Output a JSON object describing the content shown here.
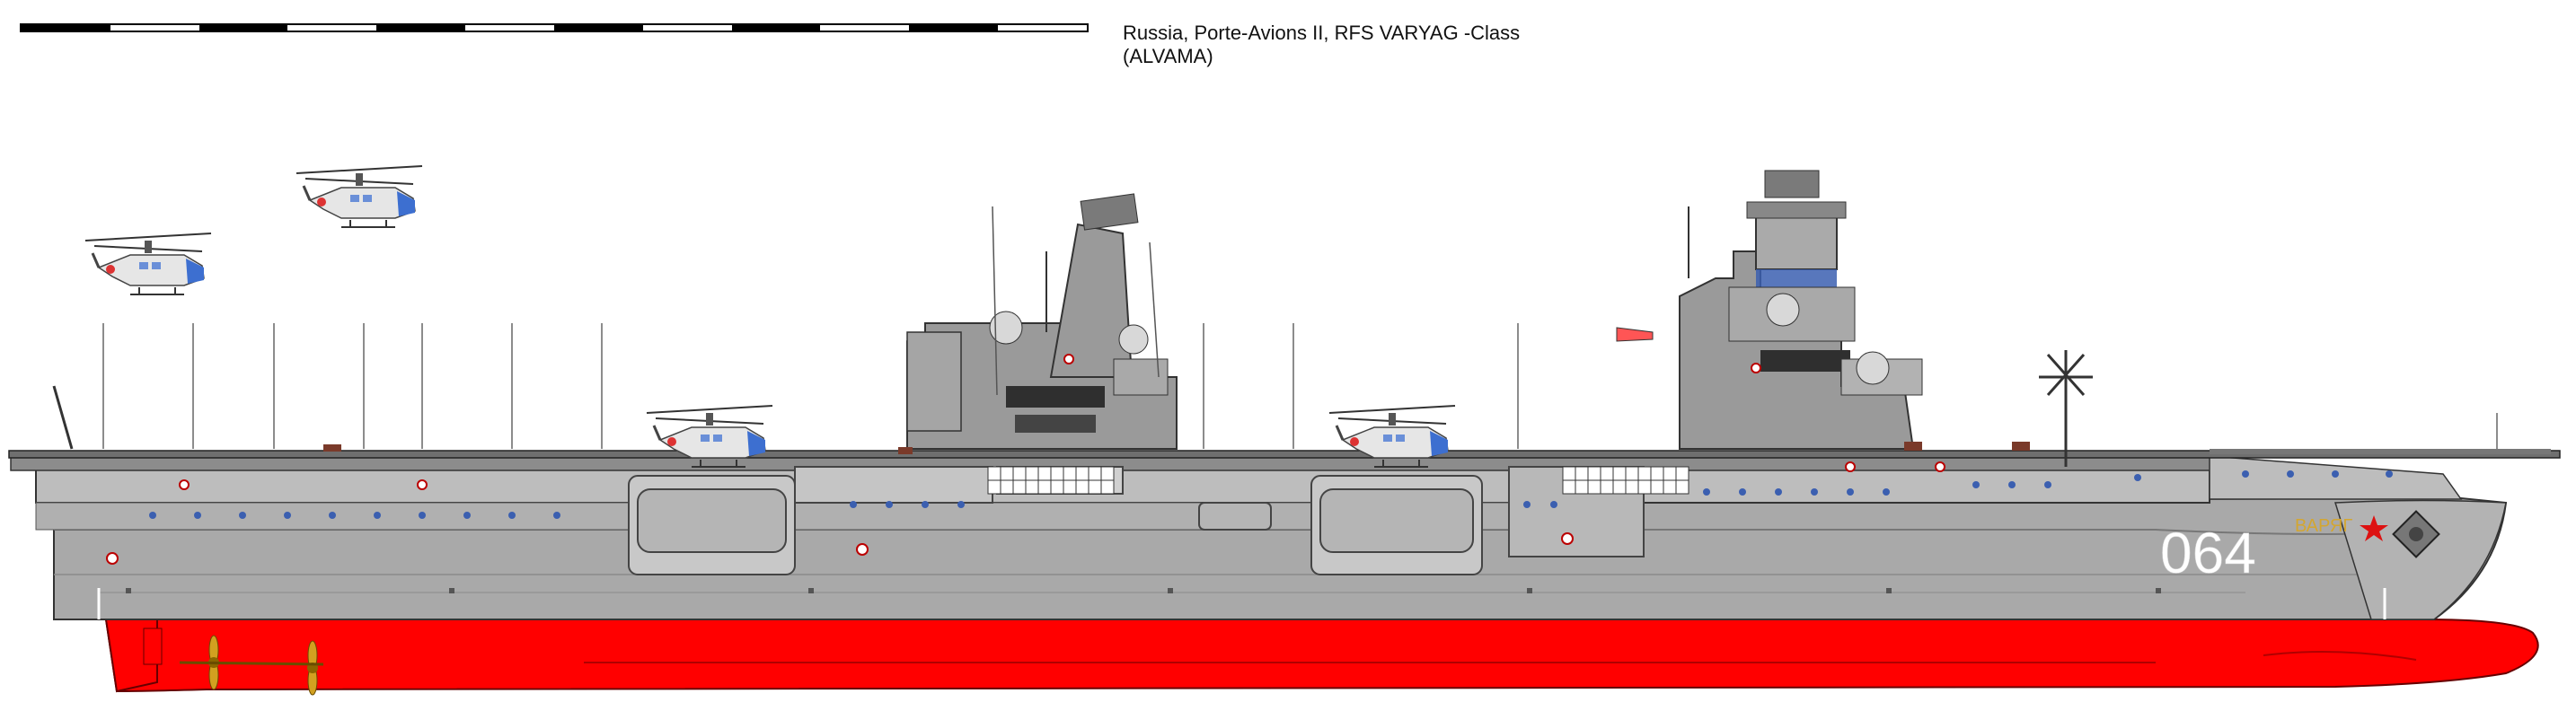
{
  "caption": {
    "line1": "Russia, Porte-Avions II, RFS VARYAG -Class",
    "line2": "(ALVAMA)"
  },
  "scale_bar": {
    "segments": 12
  },
  "hull": {
    "pennant_number": "064",
    "ship_name": "ВАРЯГ",
    "colors": {
      "upper_hull": "#a9a9a9",
      "lower_hull": "#ff0000",
      "island": "#9a9a9a",
      "deck_dark": "#6f6f6f",
      "windows": "#3b5fb0",
      "propeller": "#c8a020",
      "pennant": "#ffffff",
      "ship_name": "#d4a630"
    }
  },
  "icons": {
    "helicopter": "helicopter-icon",
    "star": "red-star-icon",
    "anchor": "anchor-icon",
    "propeller": "propeller-icon"
  }
}
